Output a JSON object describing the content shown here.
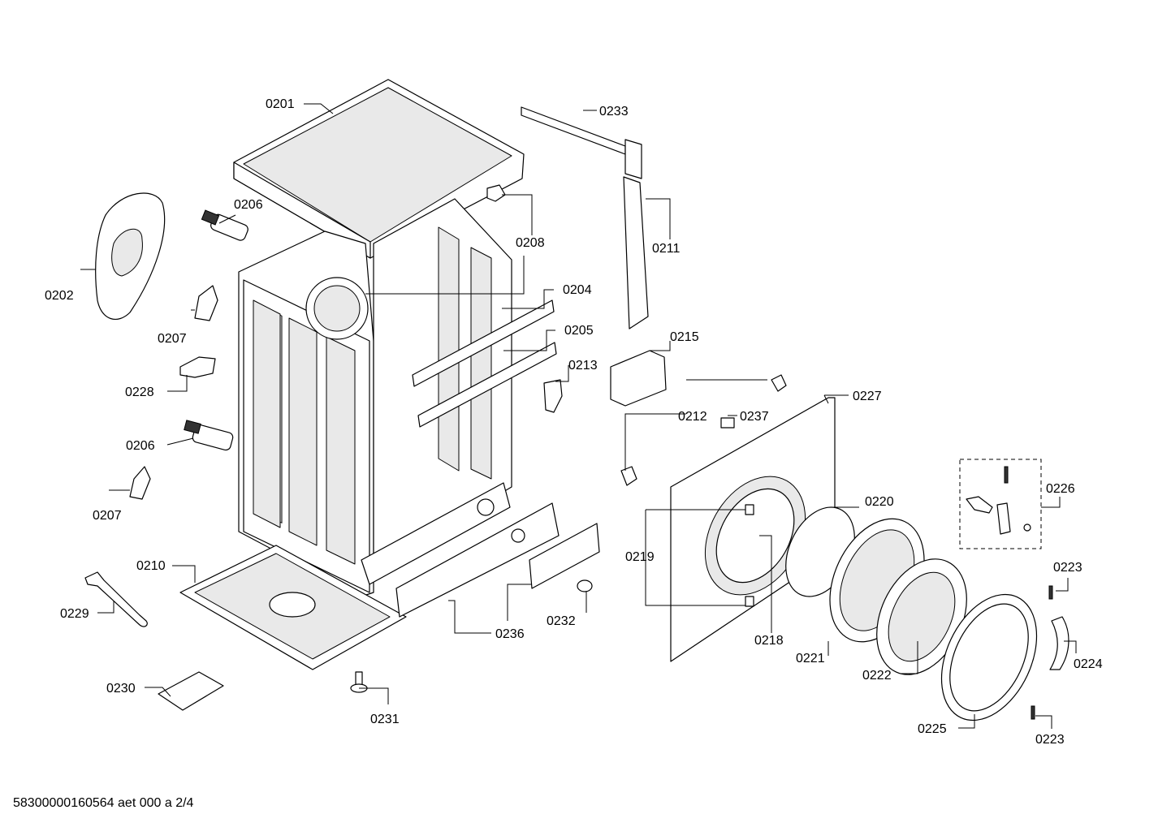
{
  "labels": {
    "p0201": "0201",
    "p0202": "0202",
    "p0204": "0204",
    "p0205": "0205",
    "p0206a": "0206",
    "p0206b": "0206",
    "p0207a": "0207",
    "p0207b": "0207",
    "p0208": "0208",
    "p0210": "0210",
    "p0211": "0211",
    "p0212": "0212",
    "p0213": "0213",
    "p0215": "0215",
    "p0218": "0218",
    "p0219": "0219",
    "p0220": "0220",
    "p0221": "0221",
    "p0222": "0222",
    "p0223a": "0223",
    "p0223b": "0223",
    "p0224": "0224",
    "p0225": "0225",
    "p0226": "0226",
    "p0227": "0227",
    "p0228": "0228",
    "p0229": "0229",
    "p0230": "0230",
    "p0231": "0231",
    "p0232": "0232",
    "p0233": "0233",
    "p0236": "0236",
    "p0237": "0237"
  },
  "footer": "58300000160564 aet 000 a 2/4"
}
